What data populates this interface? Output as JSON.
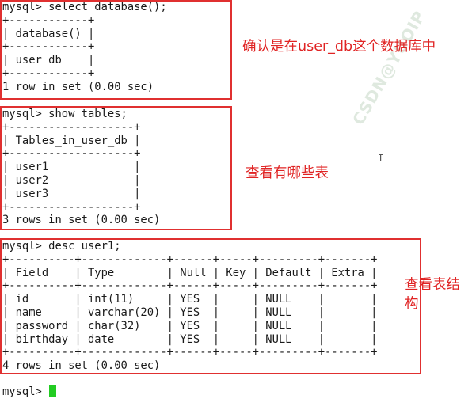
{
  "watermark": "CSDN@YUOIP",
  "query1": {
    "command": "mysql> select database();",
    "table_lines": [
      "+------------+",
      "| database() |",
      "+------------+",
      "| user_db    |",
      "+------------+"
    ],
    "summary": "1 row in set (0.00 sec)",
    "annotation": "确认是在user_db这个数据库中"
  },
  "query2": {
    "command": "mysql> show tables;",
    "table_lines": [
      "+-------------------+",
      "| Tables_in_user_db |",
      "+-------------------+",
      "| user1             |",
      "| user2             |",
      "| user3             |",
      "+-------------------+"
    ],
    "summary": "3 rows in set (0.00 sec)",
    "annotation": "查看有哪些表"
  },
  "query3": {
    "command": "mysql> desc user1;",
    "table_lines": [
      "+----------+-------------+------+-----+---------+-------+",
      "| Field    | Type        | Null | Key | Default | Extra |",
      "+----------+-------------+------+-----+---------+-------+",
      "| id       | int(11)     | YES  |     | NULL    |       |",
      "| name     | varchar(20) | YES  |     | NULL    |       |",
      "| password | char(32)    | YES  |     | NULL    |       |",
      "| birthday | date        | YES  |     | NULL    |       |",
      "+----------+-------------+------+-----+---------+-------+"
    ],
    "summary": "4 rows in set (0.00 sec)",
    "annotation_line1": "查看表结",
    "annotation_line2": "构"
  },
  "prompt": "mysql> ",
  "colors": {
    "box_border": "#e03030",
    "annotation": "#e02424",
    "cursor": "#22cc22",
    "text": "#1a1a1a"
  }
}
